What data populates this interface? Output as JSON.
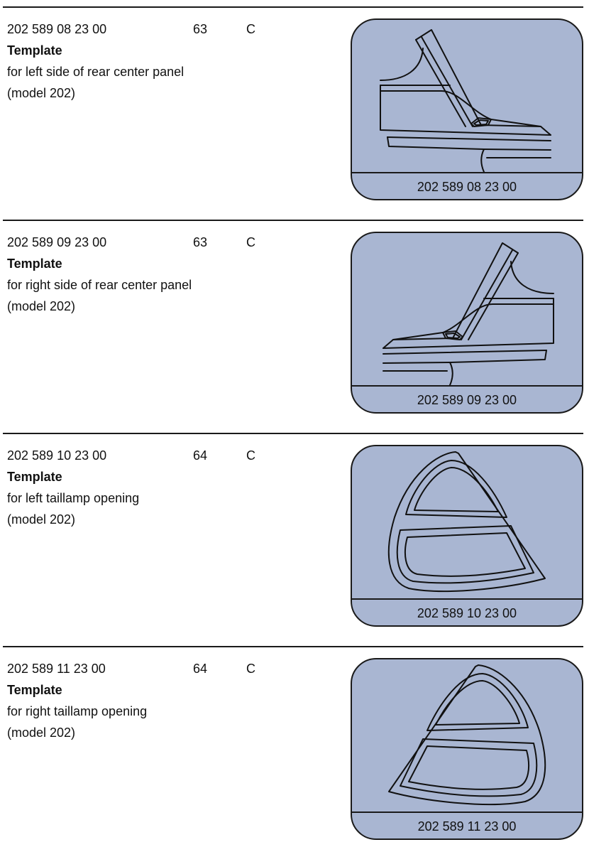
{
  "entries": [
    {
      "part_number": "202 589 08 23 00",
      "group": "63",
      "class": "C",
      "name": "Template",
      "description_line1": "for left side of rear center panel",
      "description_line2": "(model 202)",
      "figure_label": "202 589 08 23 00"
    },
    {
      "part_number": "202 589 09 23 00",
      "group": "63",
      "class": "C",
      "name": "Template",
      "description_line1": "for right side of rear center panel",
      "description_line2": "(model 202)",
      "figure_label": "202 589 09 23 00"
    },
    {
      "part_number": "202 589 10 23 00",
      "group": "64",
      "class": "C",
      "name": "Template",
      "description_line1": "for left taillamp opening",
      "description_line2": "(model 202)",
      "figure_label": "202 589 10 23 00"
    },
    {
      "part_number": "202 589 11 23 00",
      "group": "64",
      "class": "C",
      "name": "Template",
      "description_line1": "for right taillamp opening",
      "description_line2": "(model 202)",
      "figure_label": "202 589 11 23 00"
    }
  ],
  "colors": {
    "figure_background": "#a9b6d2",
    "rule": "#1a1a1a",
    "text": "#111111"
  },
  "icons": [
    "rear-center-panel-left-drawing",
    "rear-center-panel-right-drawing",
    "taillamp-opening-left-drawing",
    "taillamp-opening-right-drawing"
  ]
}
